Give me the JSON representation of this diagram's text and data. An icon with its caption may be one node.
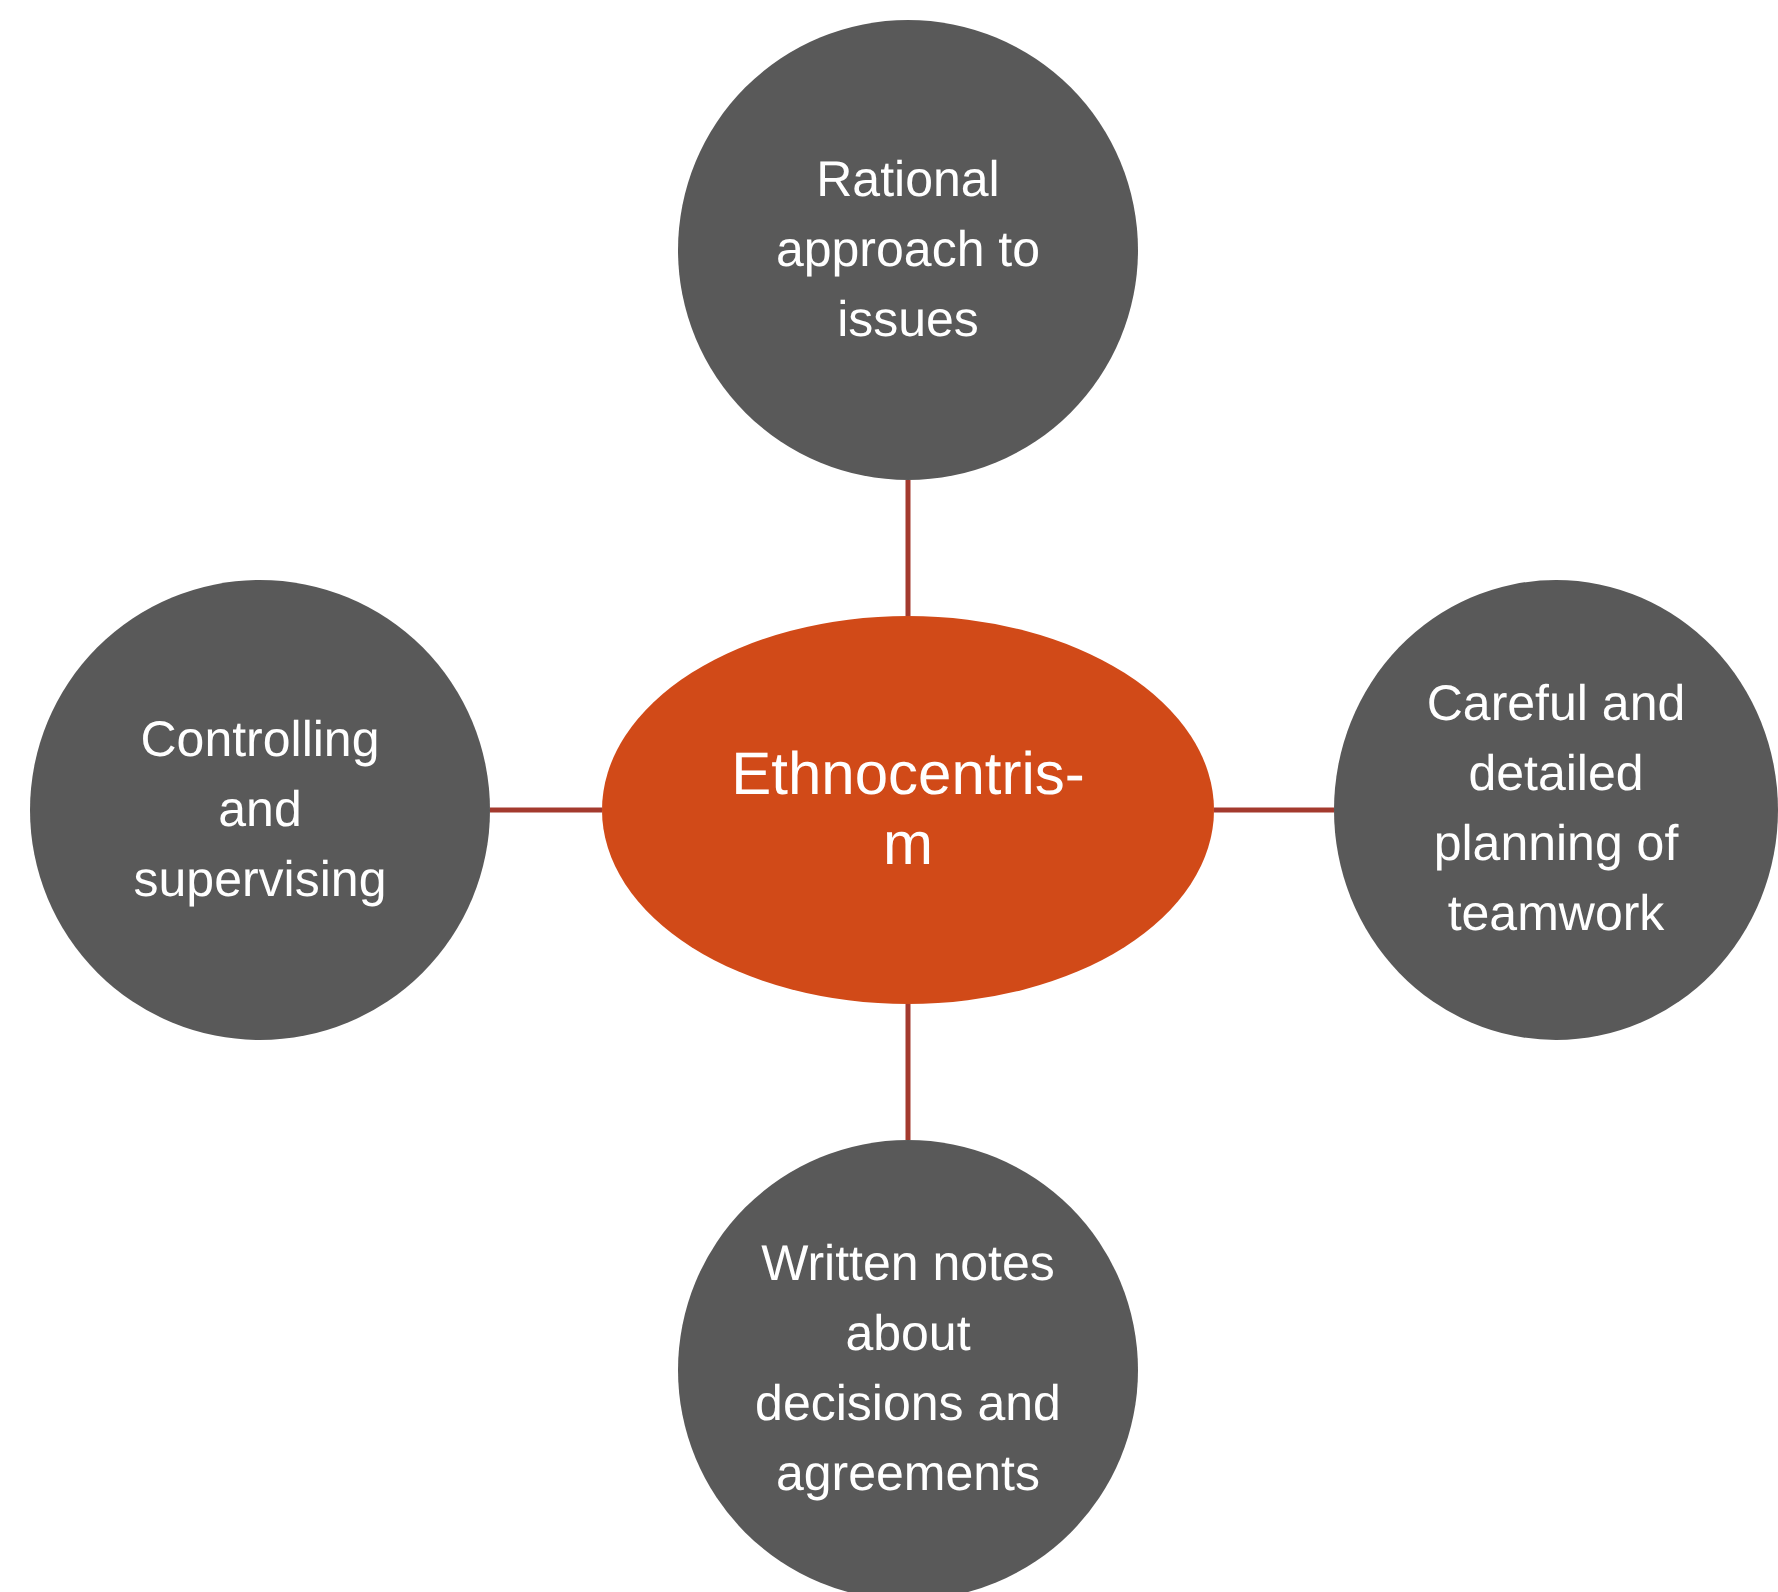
{
  "diagram": {
    "nodes": [
      {
        "text": [
          "Rational approach to issues"
        ]
      },
      {
        "text": [
          "Controlling and supervising"
        ]
      },
      {
        "text": [
          "Ethnocentris- m"
        ]
      },
      {
        "text": [
          "Careful and detailed planning of teamwork"
        ]
      },
      {
        "text": [
          "Written notes about decisions and agreements"
        ]
      }
    ],
    "edges": [
      {
        "from": 2,
        "to": 0,
        "arrow": "none"
      },
      {
        "from": 2,
        "to": 1,
        "arrow": "none"
      },
      {
        "from": 2,
        "to": 3,
        "arrow": "none"
      },
      {
        "from": 2,
        "to": 4,
        "arrow": "none"
      }
    ]
  }
}
